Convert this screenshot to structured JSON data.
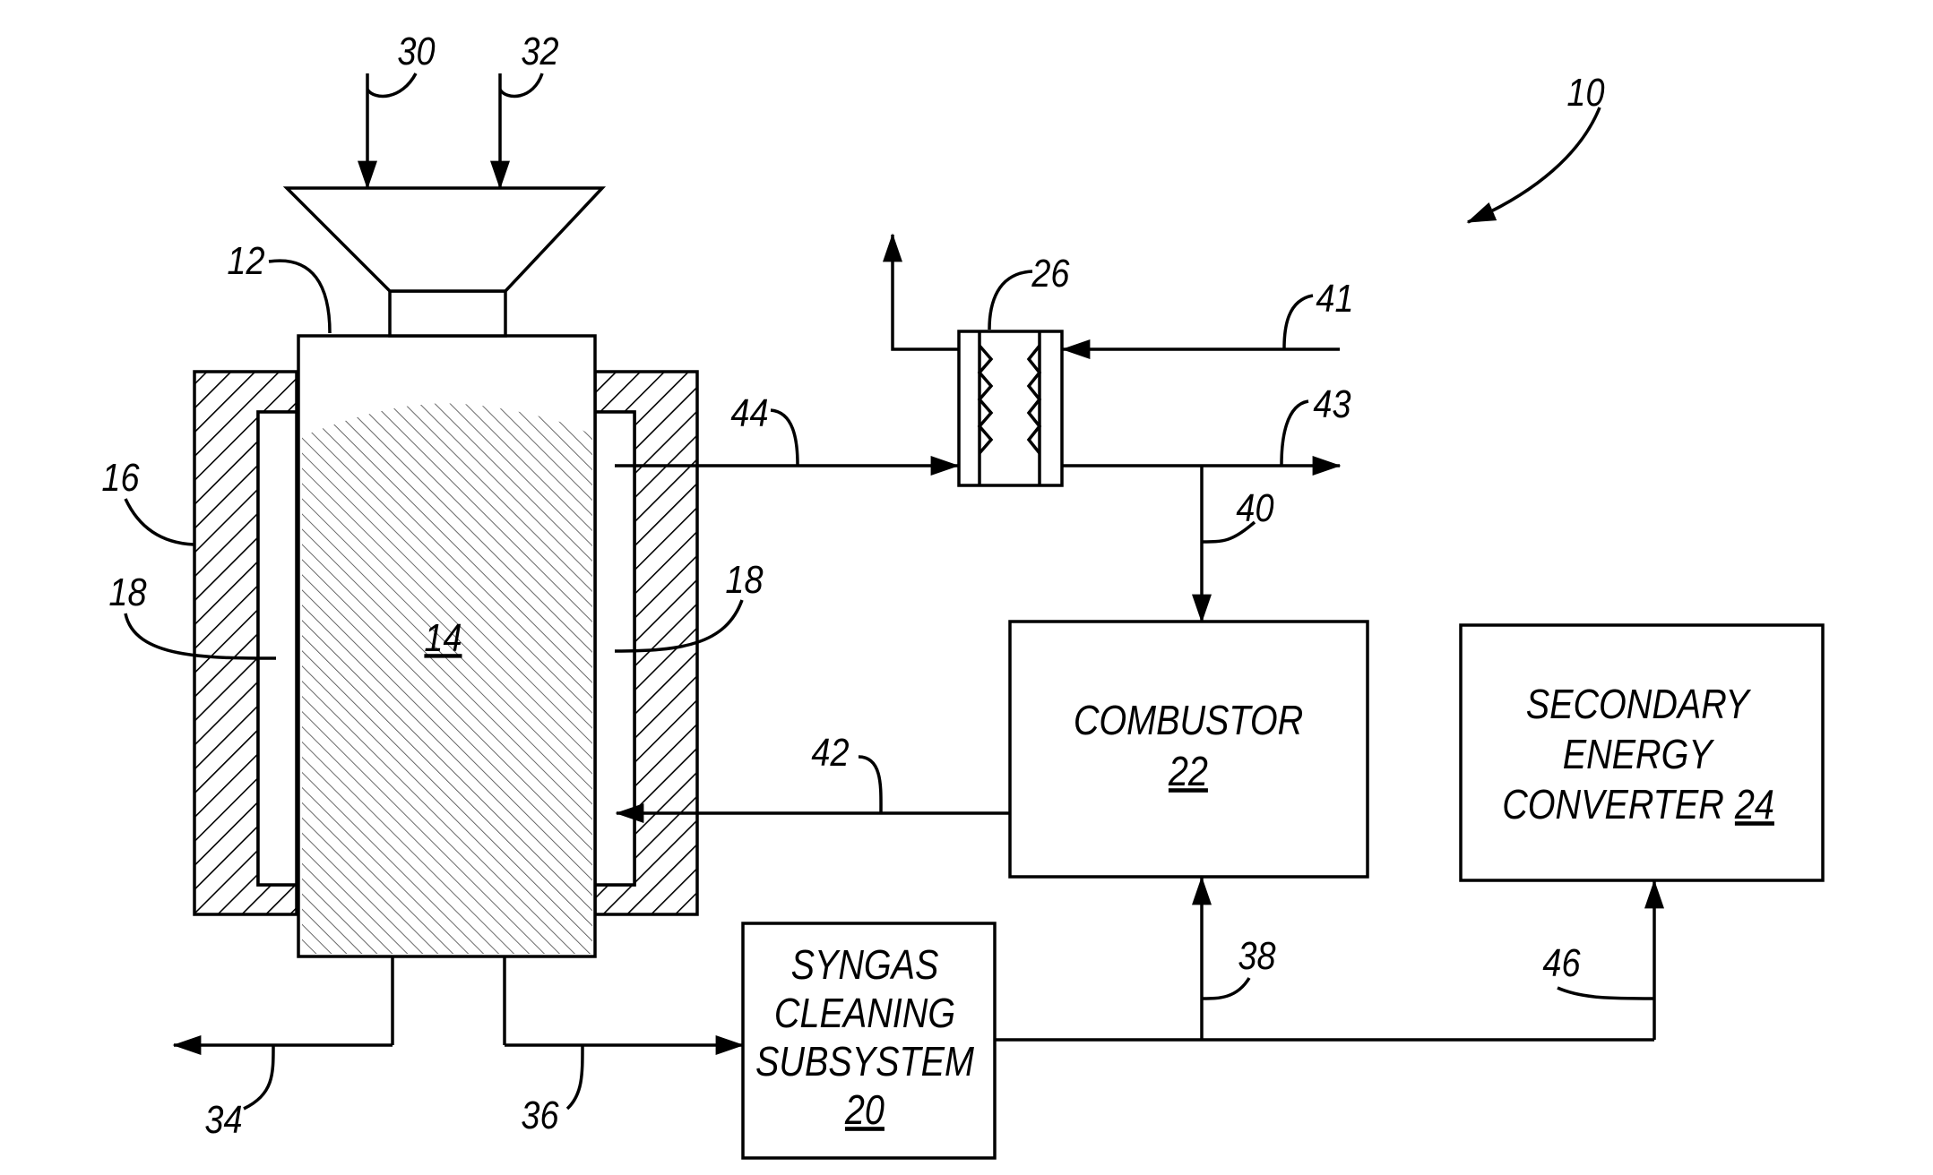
{
  "references": {
    "system": "10",
    "gasifier_vessel": "12",
    "feedstock_bed": "14",
    "furnace": "16",
    "heating_chamber_left": "18",
    "heating_chamber_right": "18",
    "heat_exchanger": "26",
    "input_a": "30",
    "input_b": "32",
    "ash_output": "34",
    "syngas_line": "36",
    "syngas_to_combustor": "38",
    "exhaust_to_combustor": "40",
    "fresh_air_in": "41",
    "combustor_exhaust": "42",
    "heated_air_out": "43",
    "chamber_exhaust": "44",
    "syngas_to_converter": "46"
  },
  "blocks": {
    "syngas_cleaning": {
      "line1": "SYNGAS",
      "line2": "CLEANING",
      "line3": "SUBSYSTEM",
      "ref": "20"
    },
    "combustor": {
      "line1": "COMBUSTOR",
      "ref": "22"
    },
    "secondary_converter": {
      "line1": "SECONDARY",
      "line2": "ENERGY",
      "line3": "CONVERTER",
      "ref": "24"
    }
  }
}
